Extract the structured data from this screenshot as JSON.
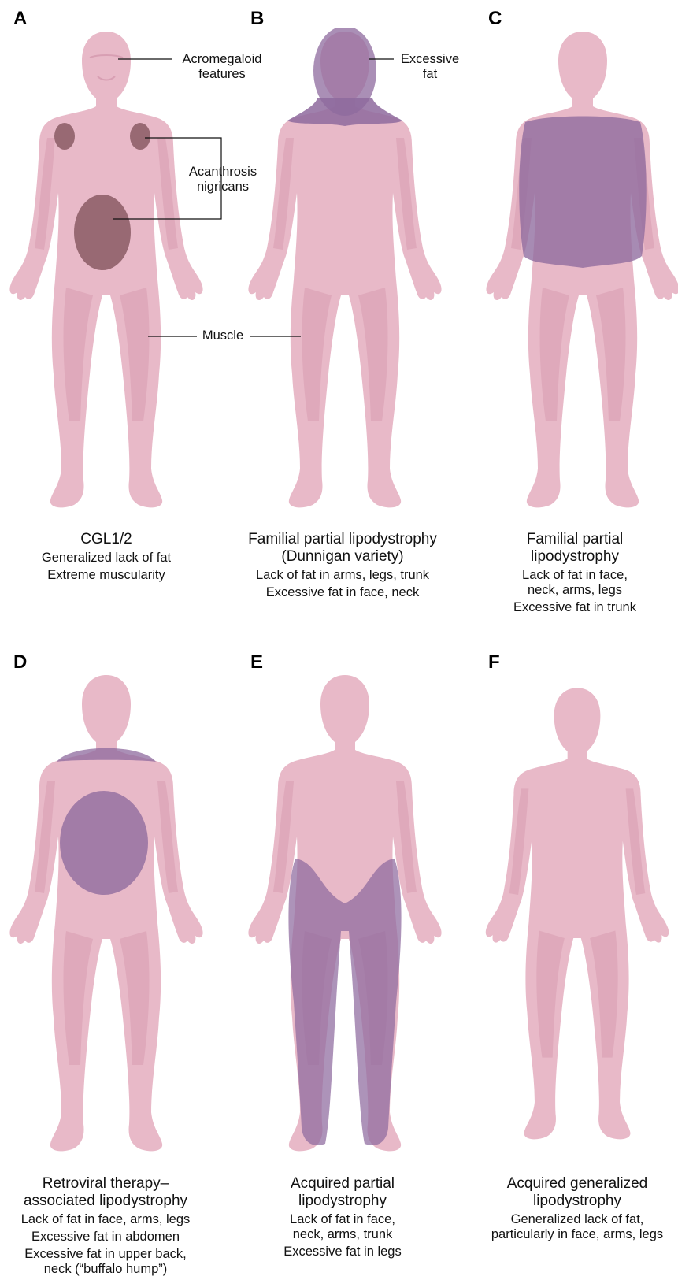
{
  "panels": [
    {
      "letter": "A",
      "title": "CGL1/2",
      "lines": [
        "Generalized lack of fat",
        "Extreme muscularity"
      ],
      "fat_regions": [],
      "callouts": {
        "acromegaloid": "Acromegaloid\nfeatures",
        "acanthosis": "Acanthrosis\nnigricans",
        "muscle": "Muscle"
      }
    },
    {
      "letter": "B",
      "title": "Familial partial lipodystrophy\n(Dunnigan variety)",
      "lines": [
        "Lack of fat in arms, legs, trunk",
        "Excessive fat in face, neck"
      ],
      "fat_regions": [
        "face",
        "neck"
      ],
      "callouts": {
        "excessive_fat": "Excessive\nfat"
      }
    },
    {
      "letter": "C",
      "title": "Familial partial\nlipodystrophy",
      "lines": [
        "Lack of fat in face,\nneck, arms, legs",
        "Excessive fat in trunk"
      ],
      "fat_regions": [
        "trunk"
      ]
    },
    {
      "letter": "D",
      "title": "Retroviral therapy–\nassociated lipodystrophy",
      "lines": [
        "Lack of fat in face, arms, legs",
        "Excessive fat in abdomen",
        "Excessive fat in upper back,\nneck (“buffalo hump”)"
      ],
      "fat_regions": [
        "upper back",
        "abdomen"
      ]
    },
    {
      "letter": "E",
      "title": "Acquired partial\nlipodystrophy",
      "lines": [
        "Lack of fat in face,\nneck, arms, trunk",
        "Excessive fat in legs"
      ],
      "fat_regions": [
        "legs"
      ]
    },
    {
      "letter": "F",
      "title": "Acquired generalized\nlipodystrophy",
      "lines": [
        "Generalized lack of fat,\nparticularly in face, arms, legs"
      ],
      "fat_regions": []
    }
  ],
  "colors": {
    "skin": "#e8b9c8",
    "skin_shade": "#d89fb3",
    "fat": "#8e6a9e",
    "acanthosis": "#8a5a64"
  }
}
